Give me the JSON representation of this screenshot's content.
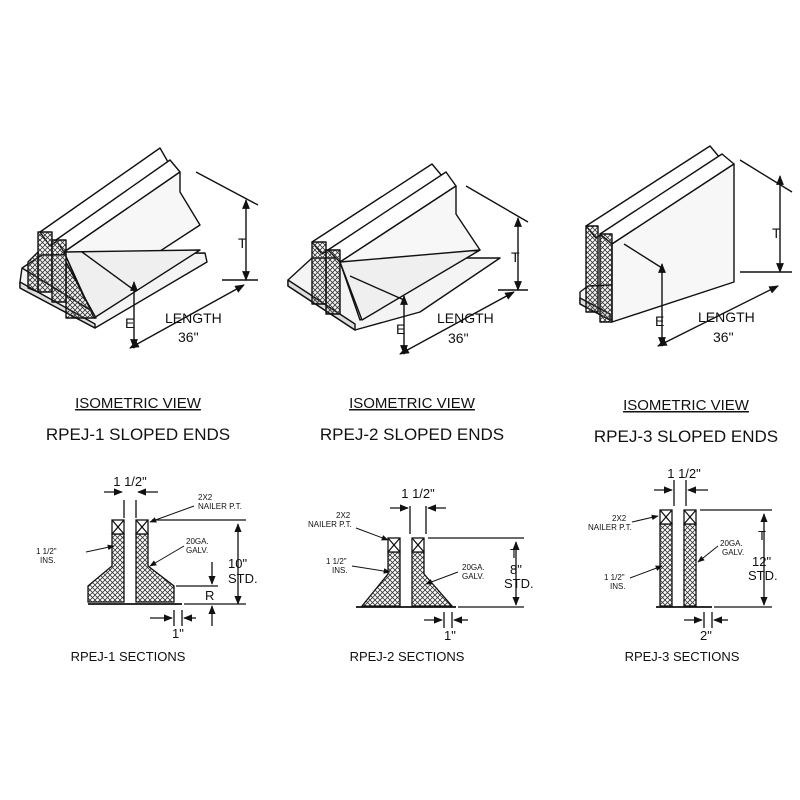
{
  "views": [
    {
      "heading": "ISOMETRIC VIEW",
      "title": "RPEJ-1 SLOPED ENDS",
      "dim_t": "T",
      "dim_e": "E",
      "length_label": "LENGTH",
      "length_value": "36\"",
      "section": {
        "title": "RPEJ-1 SECTIONS",
        "width_dim": "1 1/2\"",
        "nailer_line1": "2X2",
        "nailer_line2": "NAILER P.T.",
        "ins_line1": "1 1/2\"",
        "ins_line2": "INS.",
        "galv_line1": "20GA.",
        "galv_line2": "GALV.",
        "height_value": "10\"",
        "height_std": "STD.",
        "base_dim": "R",
        "foot_dim": "1\""
      }
    },
    {
      "heading": "ISOMETRIC VIEW",
      "title": "RPEJ-2 SLOPED ENDS",
      "dim_t": "T",
      "dim_e": "E",
      "length_label": "LENGTH",
      "length_value": "36\"",
      "section": {
        "title": "RPEJ-2 SECTIONS",
        "width_dim": "1 1/2\"",
        "nailer_line1": "2X2",
        "nailer_line2": "NAILER P.T.",
        "ins_line1": "1 1/2\"",
        "ins_line2": "INS.",
        "galv_line1": "20GA.",
        "galv_line2": "GALV.",
        "height_t": "T",
        "height_value": "8\"",
        "height_std": "STD.",
        "foot_dim": "1\""
      }
    },
    {
      "heading": "ISOMETRIC VIEW",
      "title": "RPEJ-3 SLOPED ENDS",
      "dim_t": "T",
      "dim_e": "E",
      "length_label": "LENGTH",
      "length_value": "36\"",
      "section": {
        "title": "RPEJ-3 SECTIONS",
        "width_dim": "1 1/2\"",
        "nailer_line1": "2X2",
        "nailer_line2": "NAILER P.T.",
        "ins_line1": "1 1/2\"",
        "ins_line2": "INS.",
        "galv_line1": "20GA.",
        "galv_line2": "GALV.",
        "height_t": "T",
        "height_value": "12\"",
        "height_std": "STD.",
        "foot_dim": "2\""
      }
    }
  ]
}
